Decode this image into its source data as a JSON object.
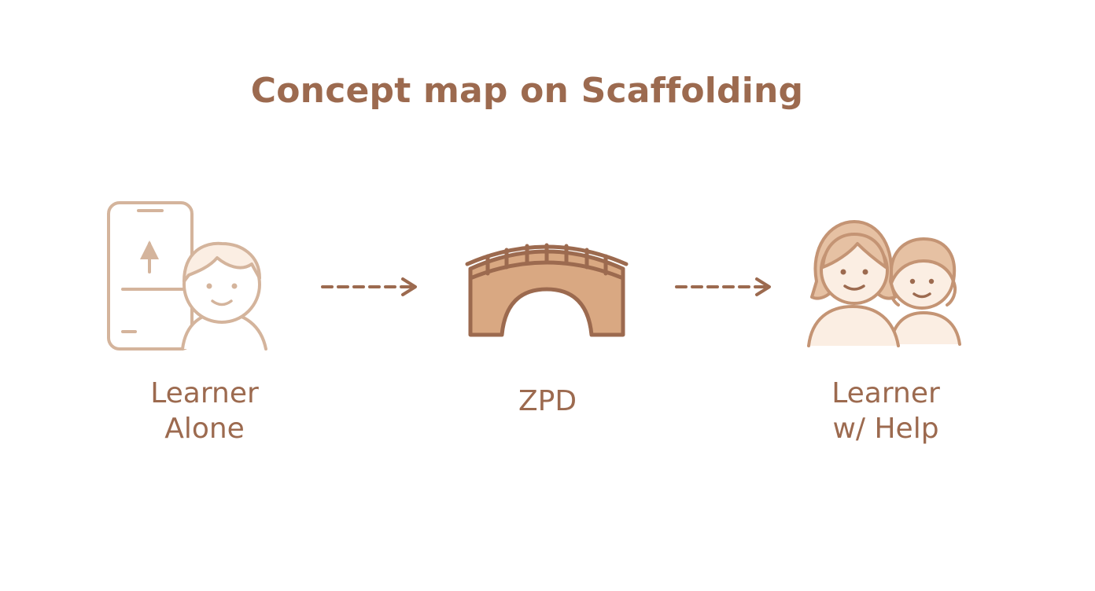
{
  "title": "Concept map on Scaffolding",
  "nodes": [
    {
      "id": "learner-alone",
      "label_lines": [
        "Learner",
        "Alone"
      ],
      "icon": "person-with-tablet-icon"
    },
    {
      "id": "zpd",
      "label_lines": [
        "ZPD"
      ],
      "icon": "bridge-icon"
    },
    {
      "id": "learner-with-help",
      "label_lines": [
        "Learner",
        "w/ Help"
      ],
      "icon": "two-people-icon"
    }
  ],
  "connectors": [
    {
      "from": "learner-alone",
      "to": "zpd",
      "style": "dashed-arrow"
    },
    {
      "from": "zpd",
      "to": "learner-with-help",
      "style": "dashed-arrow"
    }
  ],
  "colors": {
    "text": "#9c6a4f",
    "line": "#c9a48a",
    "bridge_fill": "#d9a882",
    "bridge_stroke": "#9c6a4f",
    "arrow": "#9c6a4f",
    "skin_fill": "#fbeee3"
  }
}
